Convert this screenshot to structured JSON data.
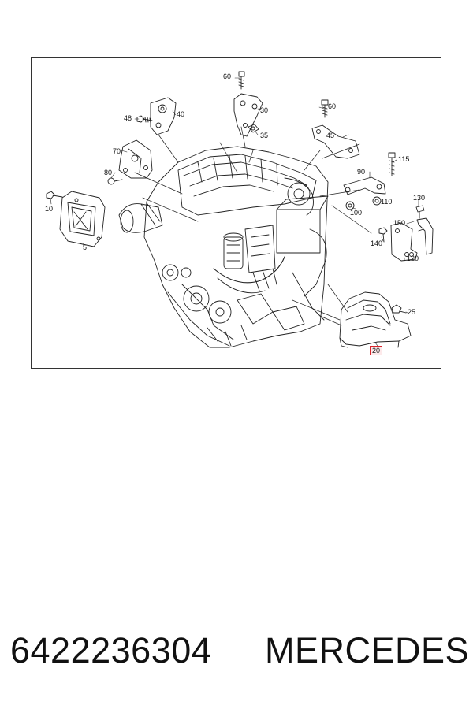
{
  "diagram": {
    "callouts": [
      {
        "id": "c60a",
        "label": "60"
      },
      {
        "id": "c30",
        "label": "30"
      },
      {
        "id": "c60b",
        "label": "60"
      },
      {
        "id": "c48",
        "label": "48"
      },
      {
        "id": "c40",
        "label": "40"
      },
      {
        "id": "c35",
        "label": "35"
      },
      {
        "id": "c45",
        "label": "45"
      },
      {
        "id": "c70",
        "label": "70"
      },
      {
        "id": "c115",
        "label": "115"
      },
      {
        "id": "c80",
        "label": "80"
      },
      {
        "id": "c90",
        "label": "90"
      },
      {
        "id": "c10",
        "label": "10"
      },
      {
        "id": "c110",
        "label": "110"
      },
      {
        "id": "c100",
        "label": "100"
      },
      {
        "id": "c130",
        "label": "130"
      },
      {
        "id": "c150",
        "label": "150"
      },
      {
        "id": "c140",
        "label": "140"
      },
      {
        "id": "c5",
        "label": "5"
      },
      {
        "id": "c120",
        "label": "120"
      },
      {
        "id": "c25",
        "label": "25"
      },
      {
        "id": "c20",
        "label": "20",
        "highlighted": true
      }
    ],
    "highlight_color": "#d9242b"
  },
  "footer": {
    "part_number": "6422236304",
    "brand": "MERCEDES"
  }
}
